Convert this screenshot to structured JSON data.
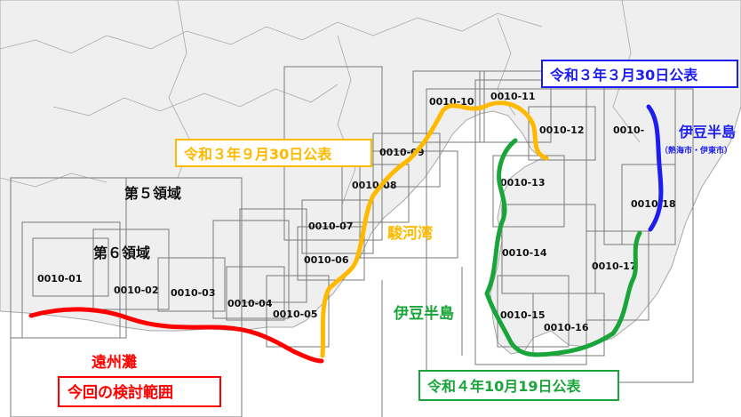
{
  "colors": {
    "land": "#efefef",
    "land_stroke": "#a8a8a8",
    "sea": "#ffffff",
    "box_stroke": "#7a7a7a",
    "red": "#ff0000",
    "orange": "#ffba00",
    "green": "#1aa53a",
    "blue": "#1d1df0"
  },
  "regions": {
    "region5": "第５領域",
    "region6": "第６領域"
  },
  "tiles": [
    "0010-01",
    "0010-02",
    "0010-03",
    "0010-04",
    "0010-05",
    "0010-06",
    "0010-07",
    "0010-08",
    "0010-09",
    "0010-10",
    "0010-11",
    "0010-12",
    "0010-13",
    "0010-14",
    "0010-15",
    "0010-16",
    "0010-17",
    "0010-18",
    "0010-"
  ],
  "labels": {
    "red_area": "遠州灘",
    "red_box": "今回の検討範囲",
    "orange_area": "駿河湾",
    "orange_box": "令和３年９月30日公表",
    "green_area": "伊豆半島",
    "green_box": "令和４年10月19日公表",
    "blue_box": "令和３年３月30日公表",
    "blue_area": "伊豆半島",
    "blue_sub": "（熱海市・伊東市）"
  }
}
